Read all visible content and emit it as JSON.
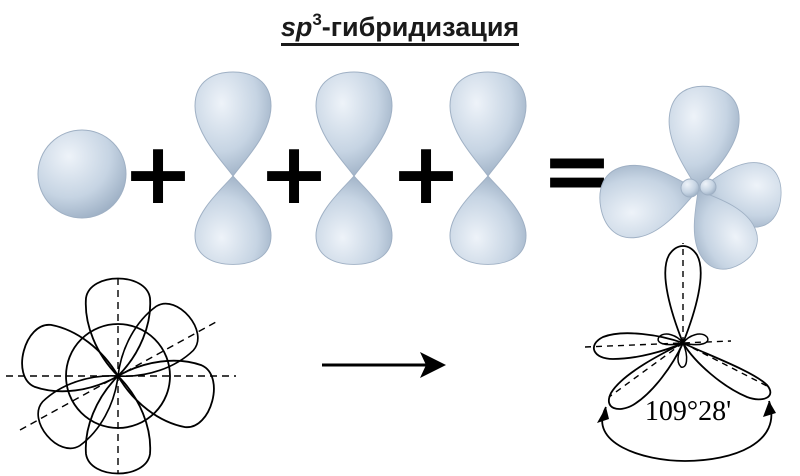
{
  "title": {
    "prefix": "sp",
    "superscript": "3",
    "suffix": "-гибридизация"
  },
  "equation": {
    "plus": "+",
    "equals": "="
  },
  "angle_label": "109°28'",
  "colors": {
    "orbital_fill": "#c3d2e2",
    "orbital_stroke": "#8a9bb0",
    "ink": "#000000"
  }
}
